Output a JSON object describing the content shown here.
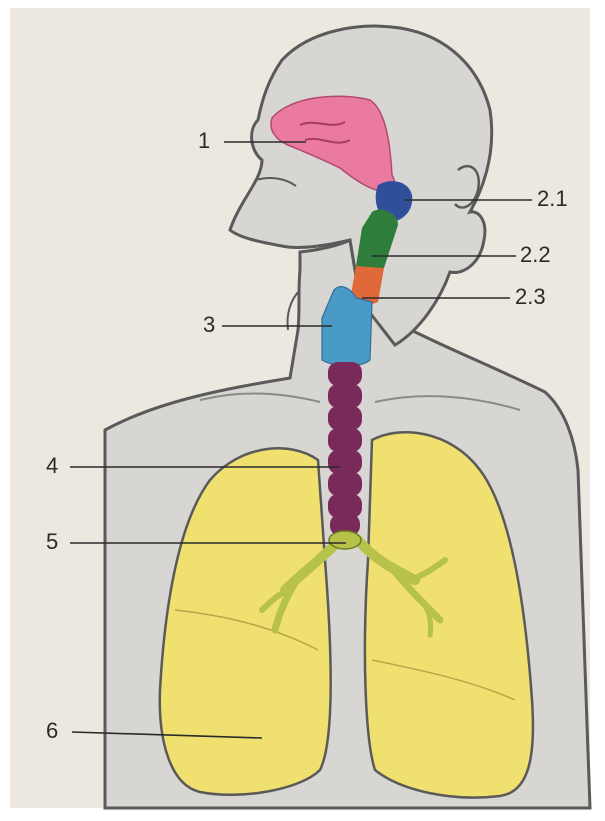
{
  "colors": {
    "paper": "#ece8e0",
    "skin": "#d8d6d2",
    "outline": "#5a5a5a",
    "nasal": "#ea7aa0",
    "nasopharynx": "#2f4f9a",
    "oropharynx": "#2e7d3a",
    "laryngopharynx": "#e0693a",
    "larynx": "#4a9ac7",
    "trachea": "#7a2a5a",
    "bronchi": "#b7c24a",
    "lungs": "#f0e070",
    "label_text": "#2a2a2a"
  },
  "labels": {
    "l1": "1",
    "l21": "2.1",
    "l22": "2.2",
    "l23": "2.3",
    "l3": "3",
    "l4": "4",
    "l5": "5",
    "l6": "6"
  }
}
